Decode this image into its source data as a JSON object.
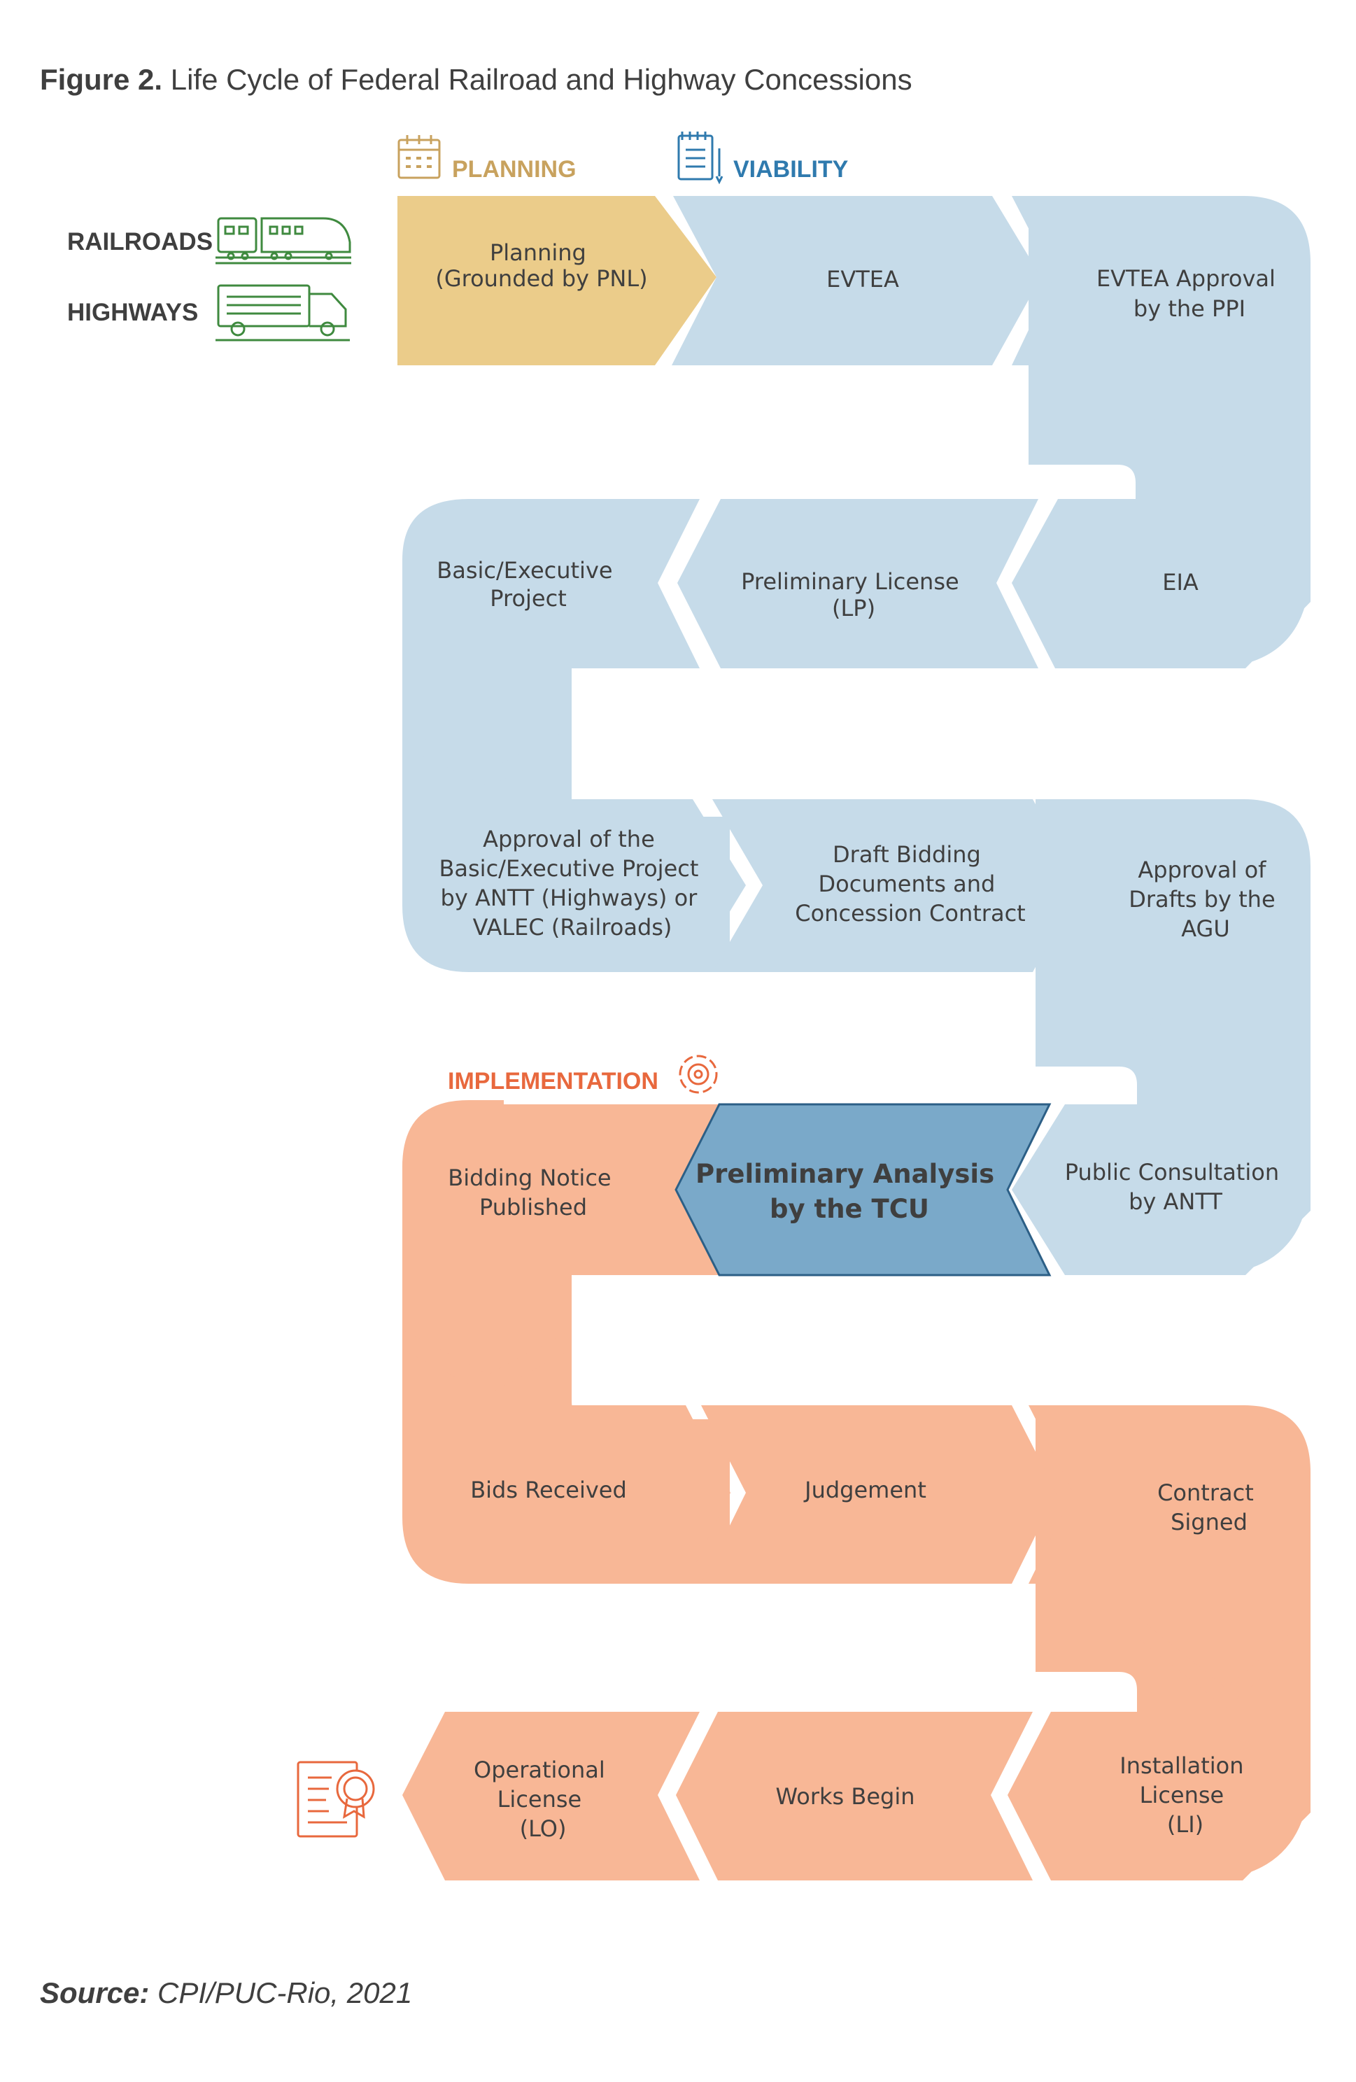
{
  "figure": {
    "title_bold": "Figure 2.",
    "title_rest": " Life Cycle of Federal Railroad and Highway Concessions",
    "source_bold": "Source:",
    "source_rest": " CPI/PUC-Rio, 2021"
  },
  "colors": {
    "planning": "#ebcc8a",
    "viability": "#c6dbe9",
    "implementation": "#f8b796",
    "highlight": "#7aa9c9",
    "planning_label": "#c8a25e",
    "viability_label": "#2f7aae",
    "implementation_label": "#e8683d",
    "mode_icon": "#3f8a3f"
  },
  "phases": {
    "planning": "PLANNING",
    "viability": "VIABILITY",
    "implementation": "IMPLEMENTATION"
  },
  "modes": {
    "railroads": "RAILROADS",
    "highways": "HIGHWAYS"
  },
  "steps": {
    "planning": [
      "Planning",
      "(Grounded by PNL)"
    ],
    "evtea": [
      "EVTEA"
    ],
    "evtea_approval": [
      "EVTEA Approval",
      "by the PPI"
    ],
    "eia": [
      "EIA"
    ],
    "preliminary_license": [
      "Preliminary License",
      "(LP)"
    ],
    "basic_project": [
      "Basic/Executive",
      "Project"
    ],
    "approval_basic": [
      "Approval of the",
      "Basic/Executive Project",
      "by ANTT (Highways) or",
      "VALEC (Railroads)"
    ],
    "draft_bidding": [
      "Draft Bidding",
      "Documents and",
      "Concession Contract"
    ],
    "approval_drafts": [
      "Approval of",
      "Drafts by the",
      "AGU"
    ],
    "public_consultation": [
      "Public Consultation",
      "by ANTT"
    ],
    "tcu_analysis": [
      "Preliminary Analysis",
      "by the TCU"
    ],
    "bidding_notice": [
      "Bidding Notice",
      "Published"
    ],
    "bids_received": [
      "Bids Received"
    ],
    "judgement": [
      "Judgement"
    ],
    "contract_signed": [
      "Contract",
      "Signed"
    ],
    "installation_license": [
      "Installation",
      "License",
      "(LI)"
    ],
    "works_begin": [
      "Works Begin"
    ],
    "operational_license": [
      "Operational",
      "License",
      "(LO)"
    ]
  }
}
